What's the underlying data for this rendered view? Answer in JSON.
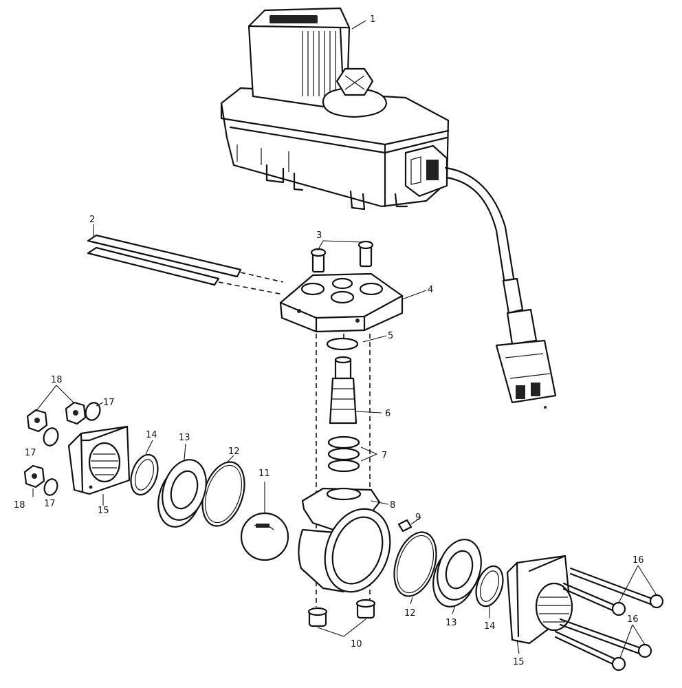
{
  "callouts": {
    "c1": "1",
    "c2": "2",
    "c3": "3",
    "c4": "4",
    "c5": "5",
    "c6": "6",
    "c7": "7",
    "c8": "8",
    "c9": "9",
    "c10": "10",
    "c11": "11",
    "c12a": "12",
    "c12b": "12",
    "c13a": "13",
    "c13b": "13",
    "c14a": "14",
    "c14b": "14",
    "c15a": "15",
    "c15b": "15",
    "c16a": "16",
    "c16b": "16",
    "c17a": "17",
    "c17b": "17",
    "c17c": "17",
    "c18a": "18",
    "c18b": "18"
  }
}
